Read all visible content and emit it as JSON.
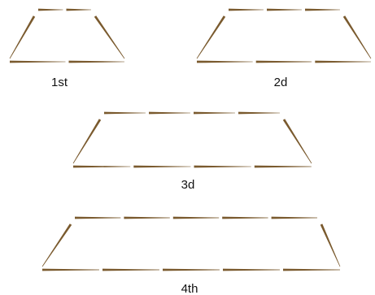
{
  "figures": [
    {
      "label": "1st",
      "top_matches": 2,
      "bottom_matches": 2
    },
    {
      "label": "2d",
      "top_matches": 3,
      "bottom_matches": 3
    },
    {
      "label": "3d",
      "top_matches": 4,
      "bottom_matches": 4
    },
    {
      "label": "4th",
      "top_matches": 5,
      "bottom_matches": 5
    }
  ],
  "colors": {
    "match_dark": "#7a5a2e",
    "match_light": "#c8a070",
    "label": "#111111"
  }
}
